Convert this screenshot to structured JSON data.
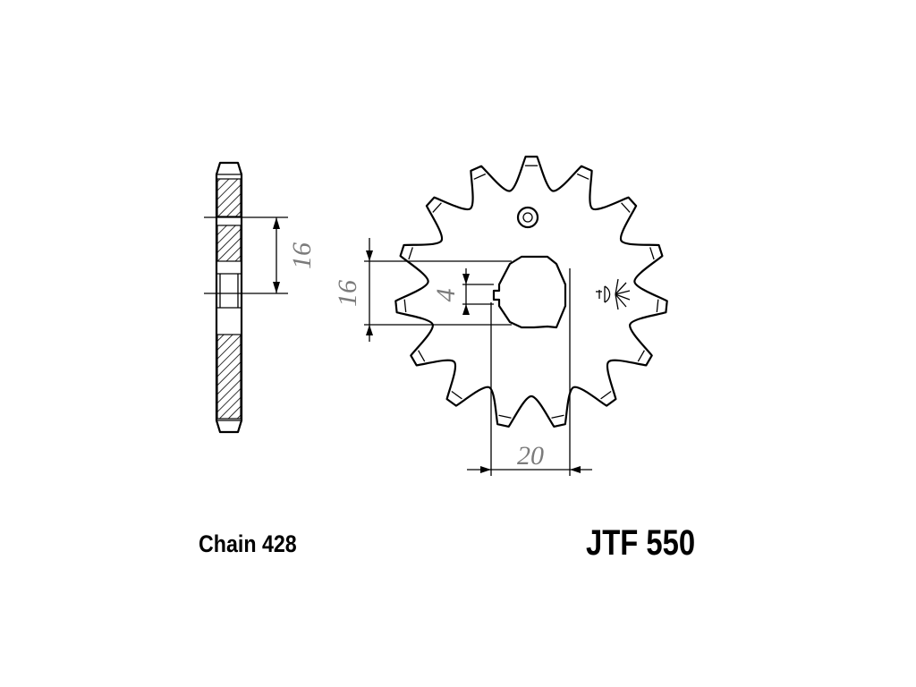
{
  "dimensions": {
    "side_width": "16",
    "spline_height": "16",
    "key_width": "4",
    "bore_diameter": "20"
  },
  "labels": {
    "chain": "Chain 428",
    "part_number": "JTF 550"
  },
  "icons": {
    "rotation_symbol": "sun-rotation-icon"
  }
}
